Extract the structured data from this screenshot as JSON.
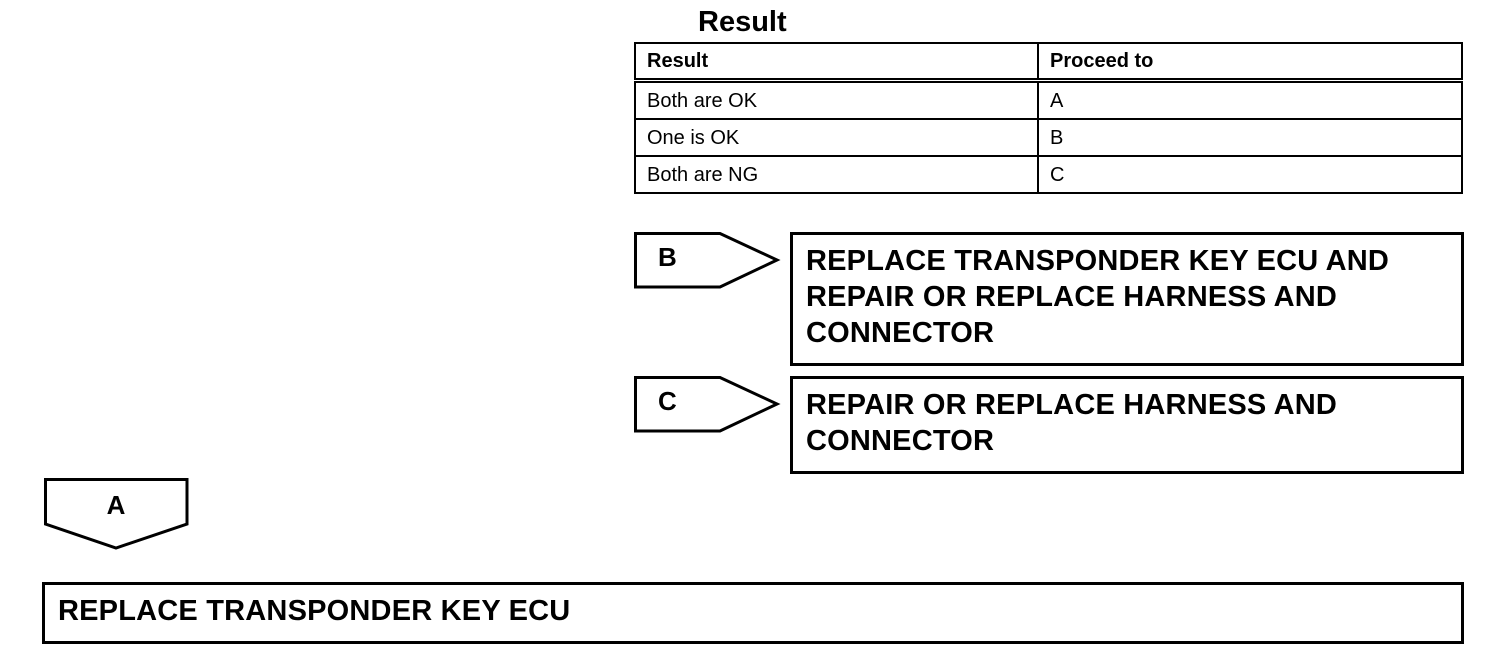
{
  "heading": "Result",
  "table": {
    "headers": [
      "Result",
      "Proceed to"
    ],
    "rows": [
      [
        "Both are OK",
        "A"
      ],
      [
        "One is OK",
        "B"
      ],
      [
        "Both are NG",
        "C"
      ]
    ]
  },
  "branches": [
    {
      "label": "B",
      "action": "REPLACE TRANSPONDER KEY ECU AND REPAIR OR REPLACE HARNESS AND CONNECTOR"
    },
    {
      "label": "C",
      "action": "REPAIR OR REPLACE HARNESS AND CONNECTOR"
    }
  ],
  "main_flow": {
    "label": "A",
    "action": "REPLACE TRANSPONDER KEY ECU"
  }
}
